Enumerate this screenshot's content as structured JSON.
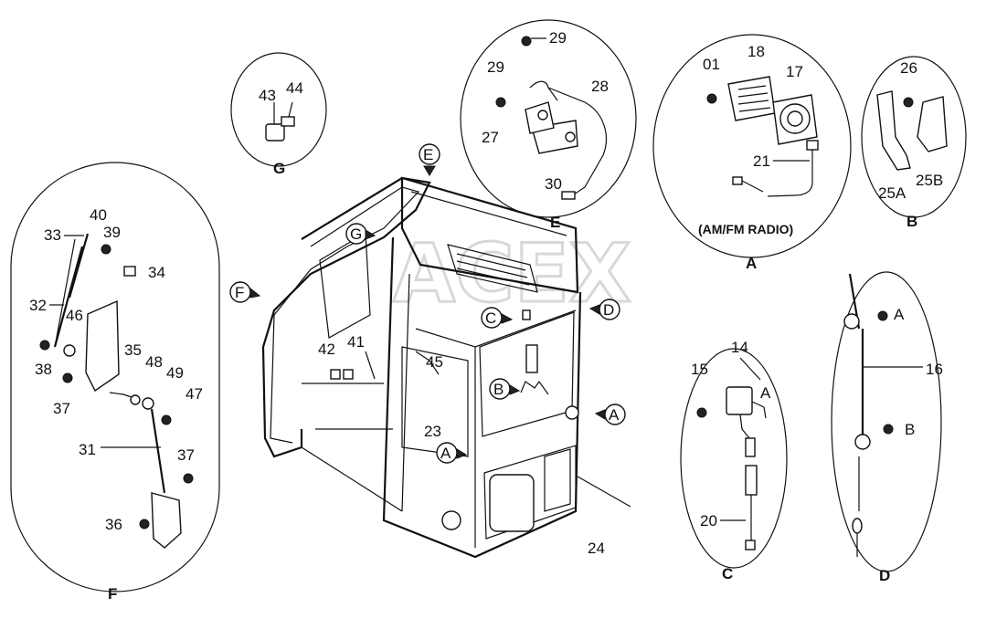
{
  "watermark": "ACEX",
  "callouts": {
    "A": "A",
    "B": "B",
    "C": "C",
    "D": "D",
    "E": "E",
    "F": "F",
    "G": "G"
  },
  "detail_titles": {
    "A": "A",
    "B": "B",
    "C": "C",
    "D": "D",
    "E": "E",
    "F": "F",
    "G": "G"
  },
  "radio_note": "(AM/FM RADIO)",
  "parts": {
    "p01": "01",
    "p14": "14",
    "p15": "15",
    "p16": "16",
    "p17": "17",
    "p18": "18",
    "p20": "20",
    "p21": "21",
    "p23": "23",
    "p24": "24",
    "p25A": "25A",
    "p25B": "25B",
    "p26": "26",
    "p27": "27",
    "p28": "28",
    "p29a": "29",
    "p29b": "29",
    "p30": "30",
    "p31": "31",
    "p32": "32",
    "p33": "33",
    "p34": "34",
    "p35": "35",
    "p36": "36",
    "p37a": "37",
    "p37b": "37",
    "p38": "38",
    "p39": "39",
    "p40": "40",
    "p41": "41",
    "p42": "42",
    "p43": "43",
    "p44": "44",
    "p45": "45",
    "p46": "46",
    "p47": "47",
    "p48": "48",
    "p49": "49",
    "refA_c": "A",
    "refA_d": "A",
    "refB_d": "B"
  }
}
